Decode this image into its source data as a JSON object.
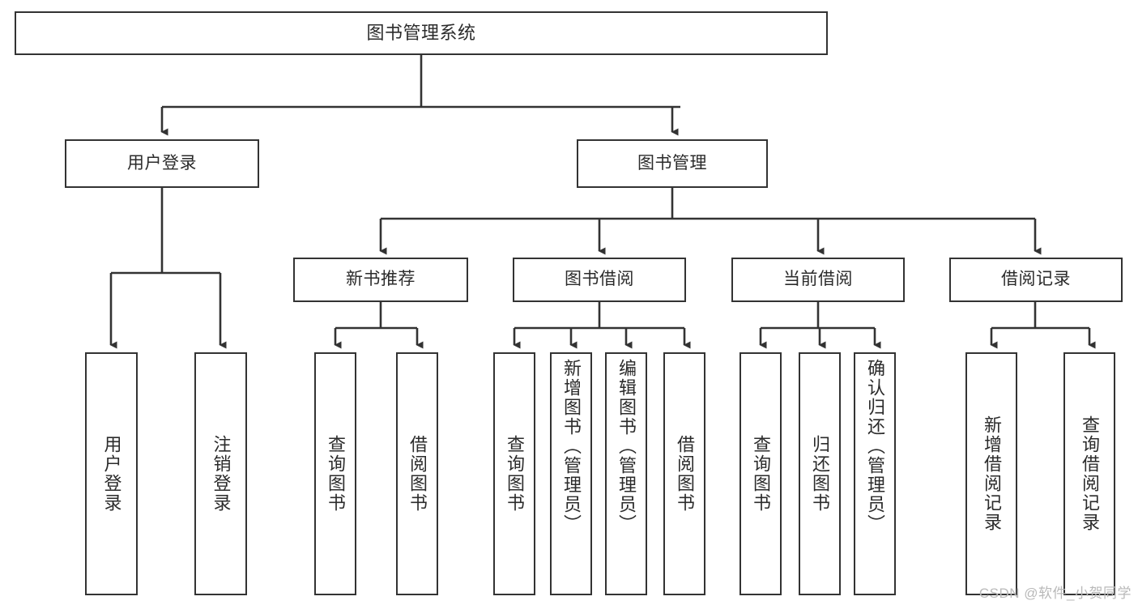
{
  "diagram": {
    "title": "图书管理系统",
    "type": "tree-hierarchy",
    "root": {
      "label": "图书管理系统"
    },
    "level2": [
      {
        "label": "用户登录"
      },
      {
        "label": "图书管理"
      }
    ],
    "level3": [
      {
        "label": "新书推荐"
      },
      {
        "label": "图书借阅"
      },
      {
        "label": "当前借阅"
      },
      {
        "label": "借阅记录"
      }
    ],
    "leaves": {
      "user_login": [
        {
          "label": "用户登录"
        },
        {
          "label": "注销登录"
        }
      ],
      "new_book_recommend": [
        {
          "label": "查询图书"
        },
        {
          "label": "借阅图书"
        }
      ],
      "book_borrow": [
        {
          "label": "查询图书"
        },
        {
          "label": "新增图书（管理员）"
        },
        {
          "label": "编辑图书（管理员）"
        },
        {
          "label": "借阅图书"
        }
      ],
      "current_borrow": [
        {
          "label": "查询图书"
        },
        {
          "label": "归还图书"
        },
        {
          "label": "确认归还（管理员）"
        }
      ],
      "borrow_record": [
        {
          "label": "新增借阅记录"
        },
        {
          "label": "查询借阅记录"
        }
      ]
    }
  },
  "watermark": {
    "text": "CSDN @软件_小贺同学"
  },
  "colors": {
    "box_border": "#333333",
    "box_fill": "#ffffff",
    "connector": "#333333",
    "text": "#2b2b2b",
    "watermark": "#b9b9b9"
  }
}
